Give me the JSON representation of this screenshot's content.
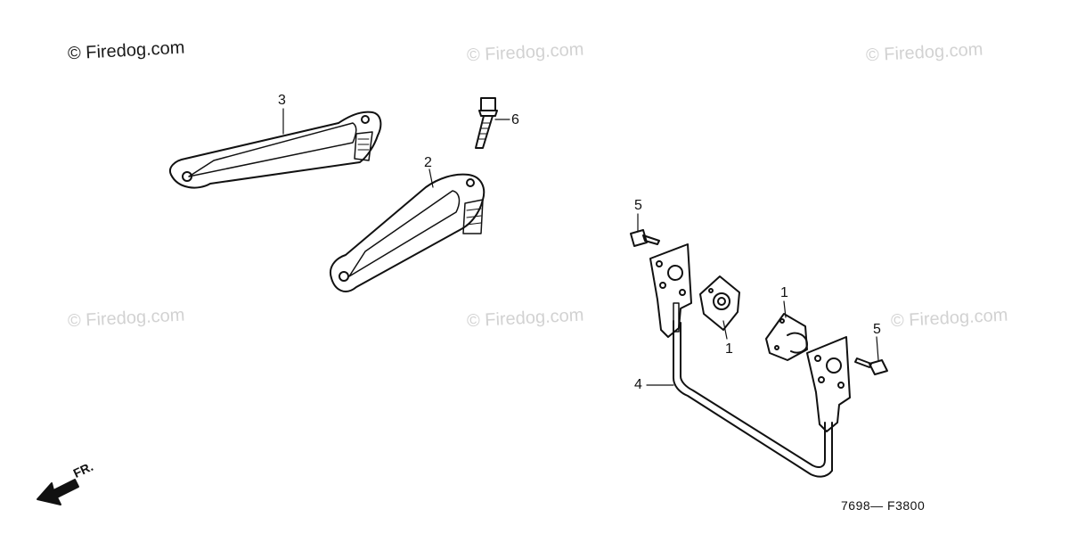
{
  "watermarks": {
    "main": "© Firedog.com",
    "tile": "© Firedog.com"
  },
  "callouts": {
    "c1a": "1",
    "c1b": "1",
    "c2": "2",
    "c3": "3",
    "c4": "4",
    "c5a": "5",
    "c5b": "5",
    "c6": "6"
  },
  "front_label": "FR.",
  "diagram_code": "7698— F3800",
  "colors": {
    "ink": "#111111",
    "watermark": "#d2d2d2"
  }
}
